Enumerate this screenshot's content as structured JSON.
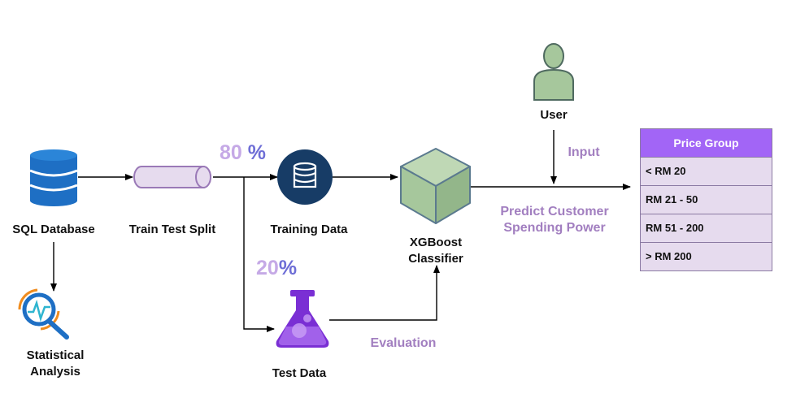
{
  "nodes": {
    "sql_database": "SQL Database",
    "train_test_split": "Train Test Split",
    "training_data": "Training Data",
    "test_data": "Test Data",
    "xgboost_line1": "XGBoost",
    "xgboost_line2": "Classifier",
    "statistical_line1": "Statistical",
    "statistical_line2": "Analysis",
    "user": "User"
  },
  "split": {
    "train_value": "80",
    "train_sign": "%",
    "test_value": "20",
    "test_sign": "%"
  },
  "edge_labels": {
    "input": "Input",
    "evaluation": "Evaluation",
    "predict_line1": "Predict Customer",
    "predict_line2": "Spending Power"
  },
  "price_table": {
    "header": "Price Group",
    "rows": [
      "< RM 20",
      "RM 21 - 50",
      "RM 51 - 200",
      "> RM 200"
    ]
  },
  "icons": [
    "database-icon",
    "statistics-magnifier-icon",
    "cylinder-icon",
    "database-circle-icon",
    "flask-icon",
    "cube-icon",
    "user-icon"
  ],
  "colors": {
    "database_blue": "#1e6fc4",
    "navy_circle": "#173c66",
    "split_fill": "#e6dbee",
    "split_stroke": "#9a79b7",
    "cube_fill": "#a6c79c",
    "cube_stroke": "#5b7a8f",
    "flask_purple": "#7a2fd4",
    "user_fill": "#a6c79c",
    "label_purple": "#a27fc0",
    "table_header": "#a265f6",
    "table_cell": "#e6dbee"
  }
}
